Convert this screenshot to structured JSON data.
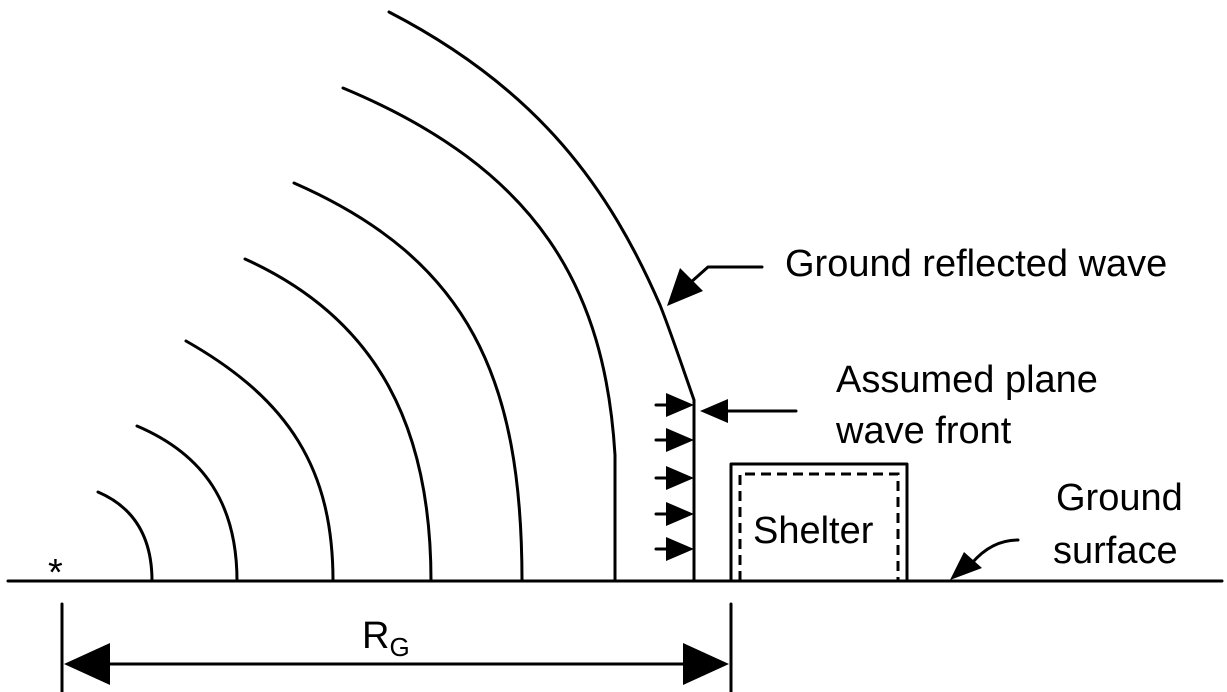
{
  "diagram": {
    "source_marker": "*",
    "labels": {
      "reflected": "Ground reflected wave",
      "plane_line1": "Assumed plane",
      "plane_line2": "wave front",
      "ground_line1": "Ground",
      "ground_line2": "surface",
      "shelter": "Shelter",
      "distance_main": "R",
      "distance_sub": "G"
    },
    "colors": {
      "ink": "#000000",
      "background": "#ffffff"
    }
  }
}
